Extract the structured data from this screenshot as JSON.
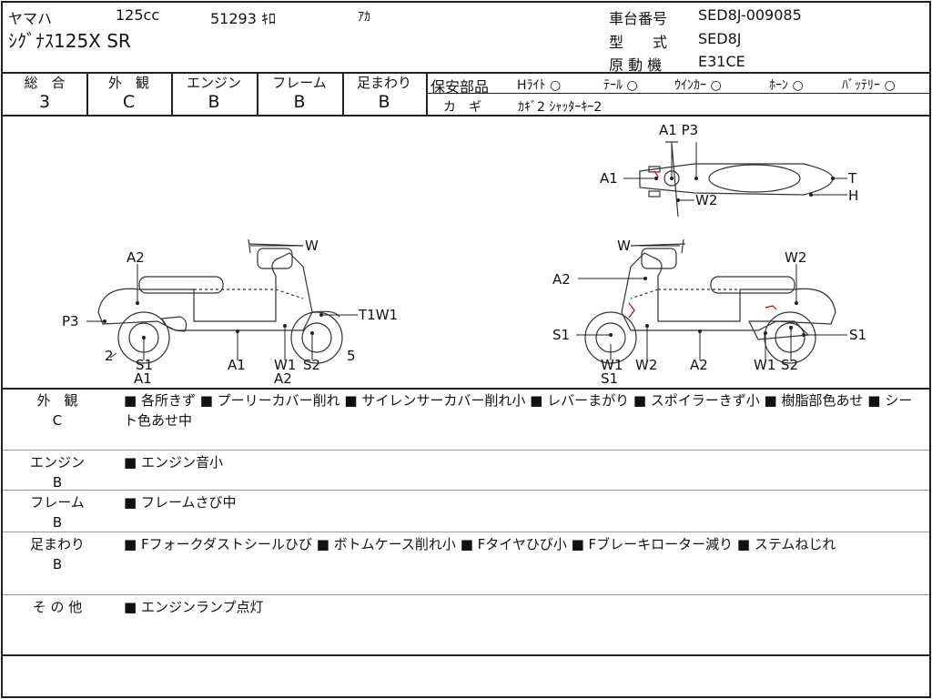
{
  "header": {
    "maker": "ヤマハ",
    "displacement": "125cc",
    "mileage": "51293 ｷﾛ",
    "color": "ｱｶ",
    "model_name": "ｼｸﾞﾅｽ125X SR",
    "frame_no_label": "車台番号",
    "frame_no": "SED8J-009085",
    "type_label": "型　　式",
    "type": "SED8J",
    "engine_label": "原 動 機",
    "engine": "E31CE"
  },
  "grades": [
    {
      "label": "総　合",
      "value": "3"
    },
    {
      "label": "外　観",
      "value": "C"
    },
    {
      "label": "エンジン",
      "value": "B"
    },
    {
      "label": "フレーム",
      "value": "B"
    },
    {
      "label": "足まわり",
      "value": "B"
    }
  ],
  "safety": {
    "label": "保安部品",
    "items": [
      "Hﾗｲﾄ ○",
      "ﾃｰﾙ ○",
      "ｳｲﾝｶｰ ○",
      "ﾎｰﾝ ○",
      "ﾊﾞｯﾃﾘｰ ○"
    ],
    "key_label": "カ　ギ",
    "key_value": "ｶｷﾞ2 ｼｬｯﾀｰｷｰ2"
  },
  "diagram": {
    "top": [
      "A1 P3",
      "A1",
      "T",
      "W2",
      "H"
    ],
    "left": [
      "W",
      "A2",
      "P3",
      "T1W1",
      "2",
      "S1",
      "A1",
      "A1",
      "W1",
      "S2",
      "A2",
      "5"
    ],
    "right": [
      "W",
      "W2",
      "A2",
      "S1",
      "S1",
      "W1",
      "S1",
      "W2",
      "A2",
      "W1",
      "S2"
    ]
  },
  "remarks": [
    {
      "label": "外　観",
      "grade": "C",
      "text": "■ 各所きず ■ プーリーカバー削れ ■ サイレンサーカバー削れ小 ■ レバーまがり ■ スポイラーきず小 ■ 樹脂部色あせ ■ シート色あせ中"
    },
    {
      "label": "エンジン",
      "grade": "B",
      "text": "■ エンジン音小"
    },
    {
      "label": "フレーム",
      "grade": "B",
      "text": "■ フレームさび中"
    },
    {
      "label": "足まわり",
      "grade": "B",
      "text": "■ Fフォークダストシールひび ■ ボトムケース削れ小 ■ Fタイヤひび小 ■ Fブレーキローター減り ■ ステムねじれ"
    },
    {
      "label": "そ の 他",
      "grade": "",
      "text": "■ エンジンランプ点灯"
    }
  ]
}
